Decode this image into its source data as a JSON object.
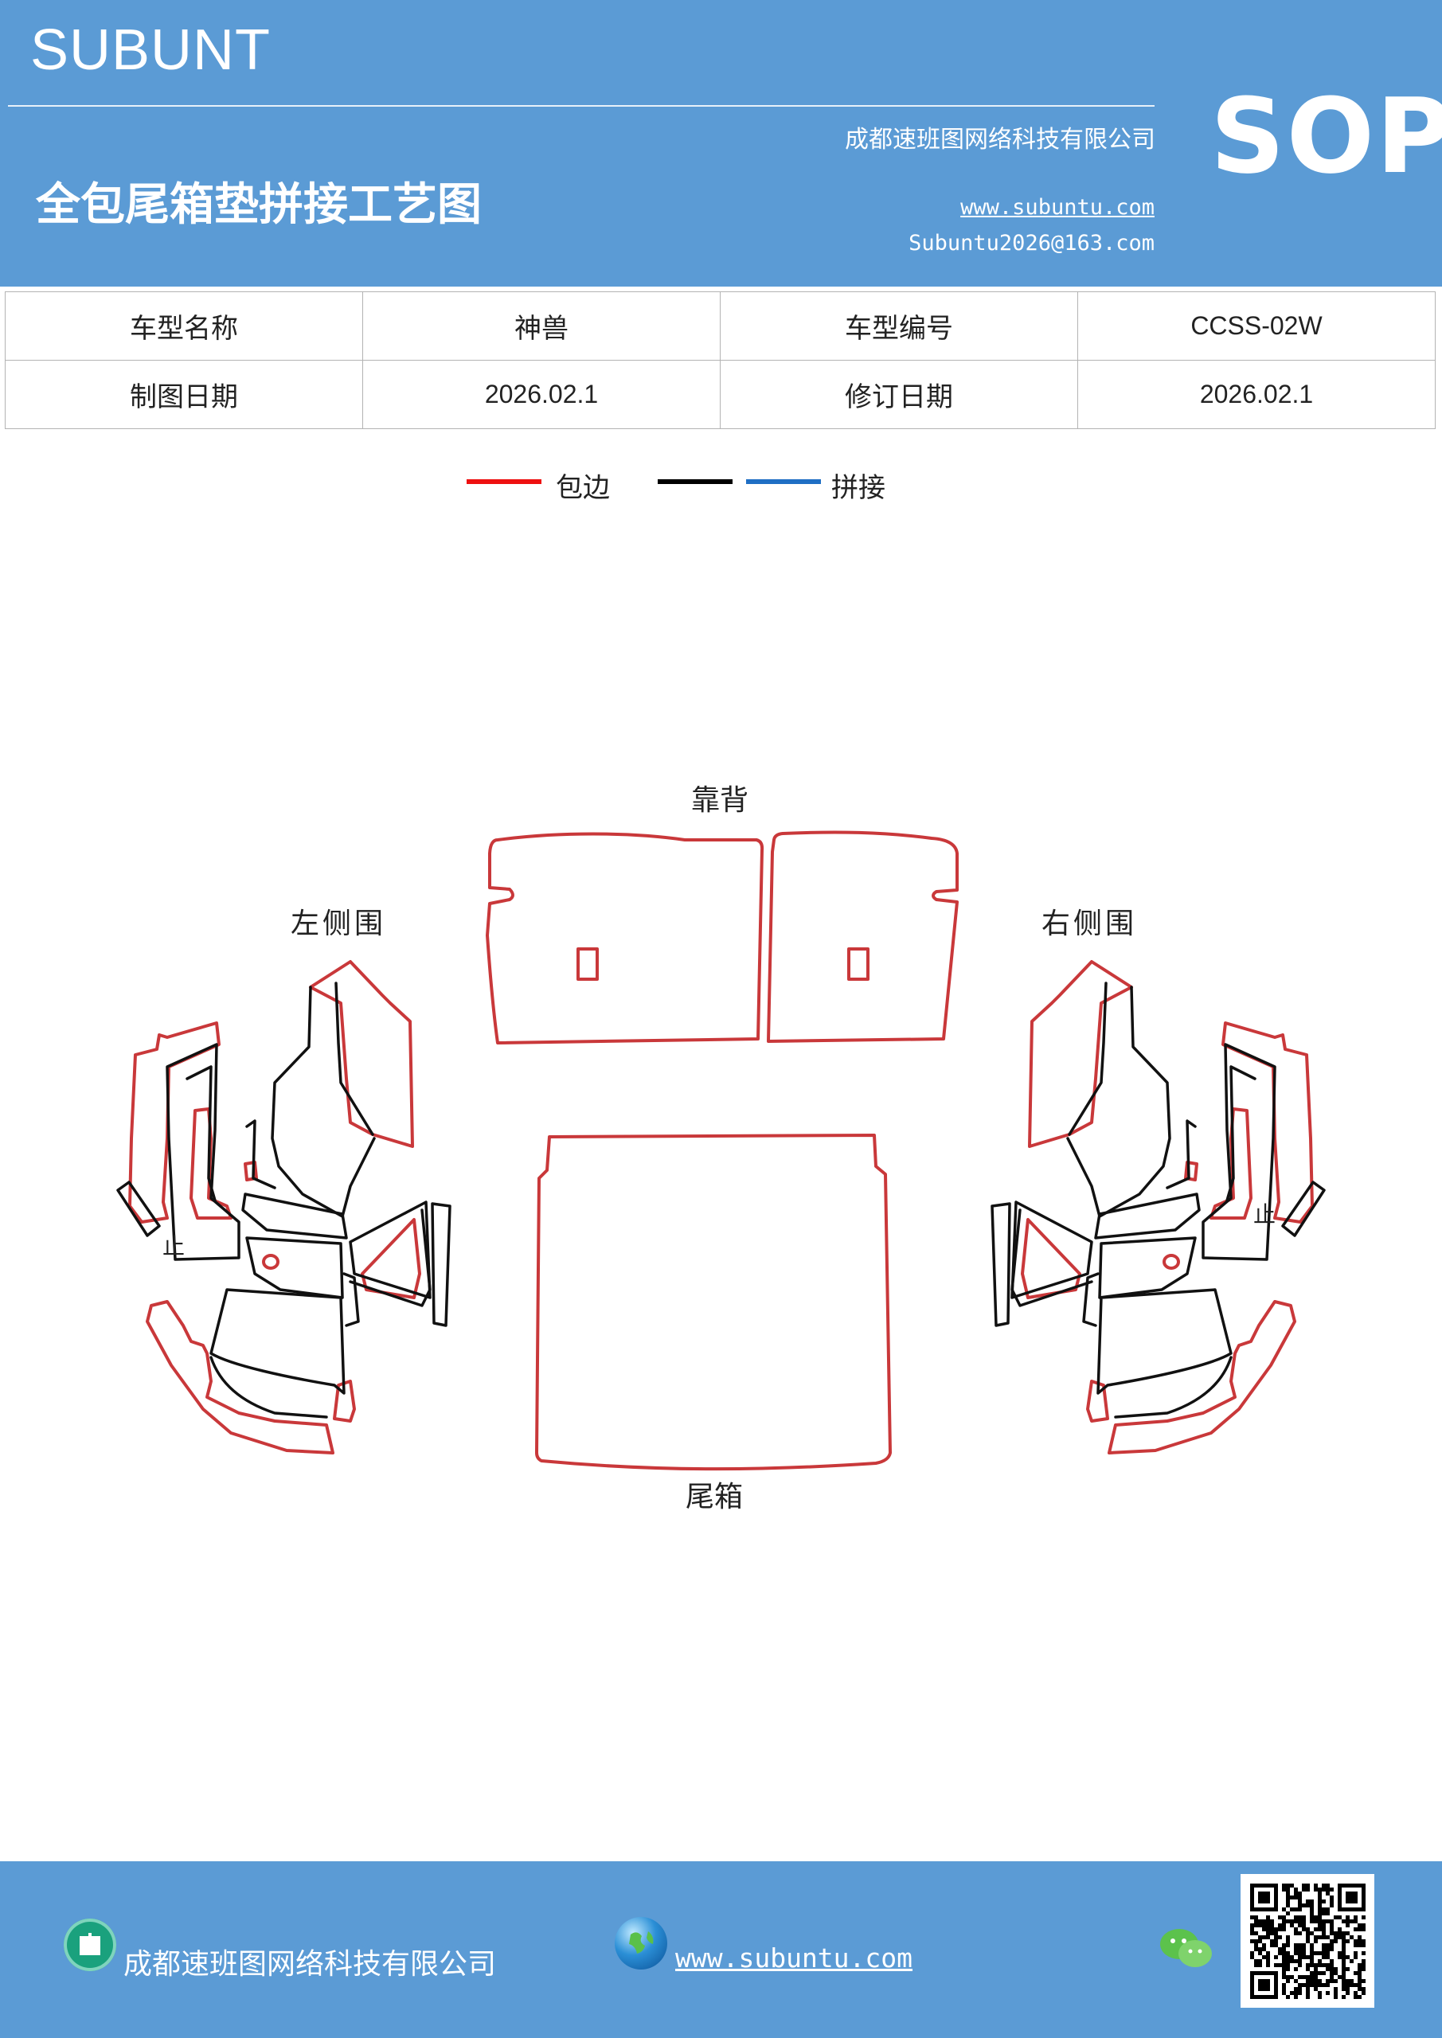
{
  "header": {
    "brand": "SUBUNT",
    "company": "成都速班图网络科技有限公司",
    "title": "全包尾箱垫拼接工艺图",
    "website": "www.subuntu.com",
    "email": "Subuntu2026@163.com",
    "badge": "SOP"
  },
  "info_table": {
    "rows": [
      [
        "车型名称",
        "神兽",
        "车型编号",
        "CCSS-02W"
      ],
      [
        "制图日期",
        "2026.02.1",
        "修订日期",
        "2026.02.1"
      ]
    ]
  },
  "legend": {
    "items": [
      {
        "label": "包边",
        "color": "#ee1111"
      },
      {
        "label": "",
        "color": "#000000"
      },
      {
        "label": "拼接",
        "color": "#1f6fc4"
      }
    ]
  },
  "diagram": {
    "labels": {
      "back": "靠背",
      "left": "左侧围",
      "right": "右侧围",
      "trunk": "尾箱",
      "stop_left": "止",
      "stop_right": "止"
    },
    "colors": {
      "edge": "#c9383a",
      "seam": "#111111"
    }
  },
  "footer": {
    "company": "成都速班图网络科技有限公司",
    "website": "www.subuntu.com"
  }
}
